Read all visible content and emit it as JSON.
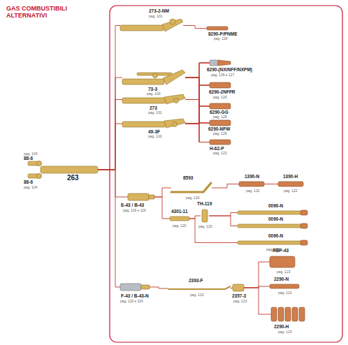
{
  "diagram": {
    "title": "GAS COMBUSTIBILI ALTERNATIVI",
    "nodes": [
      {
        "text": [
          "263"
        ]
      },
      {
        "text": [
          "273-2-NM",
          "pag. 101"
        ]
      },
      {
        "text": [
          "8290-P/PNME",
          "pag. 128"
        ]
      },
      {
        "text": [
          "73-3",
          "pag. 100"
        ]
      },
      {
        "text": [
          "273",
          "pag. 101"
        ]
      },
      {
        "text": [
          "49-3F",
          "pag. 100"
        ]
      },
      {
        "text": [
          "6290-(NX/NFF/NXPM)",
          "pag. 126 e 127"
        ]
      },
      {
        "text": [
          "6290-2NFFR",
          "pag. 129"
        ]
      },
      {
        "text": [
          "6290-GG",
          "pag. 129"
        ]
      },
      {
        "text": [
          "6290-NFW",
          "pag. 129"
        ]
      },
      {
        "text": [
          "H-62-P",
          "pag. 123"
        ]
      },
      {
        "text": [
          "E-43 / B-43",
          "pag. 118 e 119"
        ]
      },
      {
        "text": [
          "8593",
          "pag. 120"
        ]
      },
      {
        "text": [
          "1390-N",
          "pag. 122"
        ]
      },
      {
        "text": [
          "1390-H",
          "pag. 122"
        ]
      },
      {
        "text": [
          "4301-11",
          "pag. 120"
        ]
      },
      {
        "text": [
          "TH-119",
          "pag. 120"
        ]
      },
      {
        "text": [
          "0090-N"
        ]
      },
      {
        "text": [
          "0090-N"
        ]
      },
      {
        "text": [
          "0090-N",
          "pag. 122"
        ]
      },
      {
        "text": [
          "F-43 / B-43-N",
          "pag. 118 e 119"
        ]
      },
      {
        "text": [
          "2393-F",
          "pag. 123"
        ]
      },
      {
        "text": [
          "2357-3",
          "pag. 123"
        ]
      },
      {
        "text": [
          "RBP-43",
          "pag. 123"
        ]
      },
      {
        "text": [
          "2290-N",
          "pag. 123"
        ]
      },
      {
        "text": [
          "2290-H",
          "pag. 123"
        ]
      }
    ],
    "edges": [
      {
        "from": 0,
        "to": 1,
        "arrow": "none"
      },
      {
        "from": 0,
        "to": 3,
        "arrow": "none"
      },
      {
        "from": 0,
        "to": 4,
        "arrow": "none"
      },
      {
        "from": 0,
        "to": 5,
        "arrow": "none"
      },
      {
        "from": 0,
        "to": 11,
        "arrow": "none"
      },
      {
        "from": 0,
        "to": 20,
        "arrow": "none"
      },
      {
        "from": 1,
        "to": 2,
        "arrow": "none"
      },
      {
        "from": 3,
        "to": 6,
        "arrow": "none"
      },
      {
        "from": 3,
        "to": 7,
        "arrow": "none"
      },
      {
        "from": 3,
        "to": 8,
        "arrow": "none"
      },
      {
        "from": 3,
        "to": 9,
        "arrow": "none"
      },
      {
        "from": 3,
        "to": 10,
        "arrow": "none"
      },
      {
        "from": 4,
        "to": 6,
        "arrow": "none"
      },
      {
        "from": 4,
        "to": 7,
        "arrow": "none"
      },
      {
        "from": 4,
        "to": 8,
        "arrow": "none"
      },
      {
        "from": 4,
        "to": 9,
        "arrow": "none"
      },
      {
        "from": 4,
        "to": 10,
        "arrow": "none"
      },
      {
        "from": 5,
        "to": 6,
        "arrow": "none"
      },
      {
        "from": 5,
        "to": 7,
        "arrow": "none"
      },
      {
        "from": 5,
        "to": 8,
        "arrow": "none"
      },
      {
        "from": 5,
        "to": 9,
        "arrow": "none"
      },
      {
        "from": 5,
        "to": 10,
        "arrow": "none"
      },
      {
        "from": 11,
        "to": 12,
        "arrow": "none"
      },
      {
        "from": 11,
        "to": 15,
        "arrow": "none"
      },
      {
        "from": 12,
        "to": 13,
        "arrow": "none"
      },
      {
        "from": 13,
        "to": 14,
        "arrow": "none"
      },
      {
        "from": 15,
        "to": 16,
        "arrow": "none"
      },
      {
        "from": 16,
        "to": 17,
        "arrow": "none"
      },
      {
        "from": 16,
        "to": 18,
        "arrow": "none"
      },
      {
        "from": 15,
        "to": 19,
        "arrow": "none"
      },
      {
        "from": 20,
        "to": 21,
        "arrow": "none"
      },
      {
        "from": 21,
        "to": 22,
        "arrow": "none"
      },
      {
        "from": 22,
        "to": 23,
        "arrow": "none"
      },
      {
        "from": 22,
        "to": 24,
        "arrow": "none"
      },
      {
        "from": 22,
        "to": 25,
        "arrow": "none"
      }
    ],
    "labels": [
      "pag. 104",
      "88-6",
      "88-6",
      "pag. 104"
    ]
  }
}
